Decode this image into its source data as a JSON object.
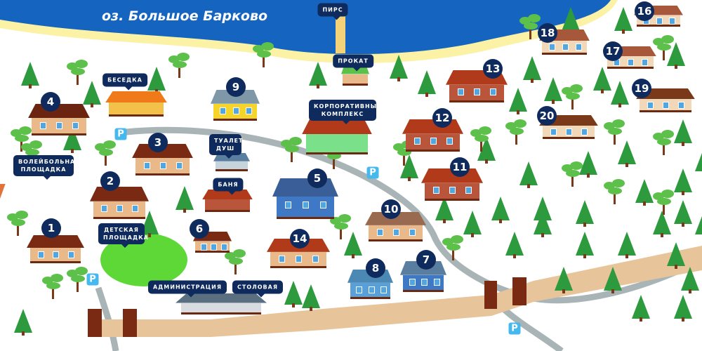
{
  "lake": {
    "name": "оз. Большое Барково"
  },
  "colors": {
    "water": "#1565c0",
    "sand": "#fbf2a6",
    "road": "#a8b4b6",
    "badge": "#0f2a5c",
    "parking": "#45b8ee",
    "fence": "#e8c49a",
    "tree": "#2e9a3e"
  },
  "houses": [
    {
      "number": "1"
    },
    {
      "number": "2"
    },
    {
      "number": "3"
    },
    {
      "number": "4"
    },
    {
      "number": "5"
    },
    {
      "number": "6"
    },
    {
      "number": "7"
    },
    {
      "number": "8"
    },
    {
      "number": "9"
    },
    {
      "number": "10"
    },
    {
      "number": "11"
    },
    {
      "number": "12"
    },
    {
      "number": "13"
    },
    {
      "number": "14"
    },
    {
      "number": "16"
    },
    {
      "number": "17"
    },
    {
      "number": "18"
    },
    {
      "number": "19"
    },
    {
      "number": "20"
    }
  ],
  "places": {
    "pier": "ПИРС",
    "rental": "ПРОКАТ",
    "gazebo": "БЕСЕДКА",
    "corporate": "КОРПОРАТИВНЫЙ КОМПЛЕКС",
    "toilet": "ТУАЛЕТ ДУШ",
    "volleyball": "ВОЛЕЙБОЛЬНАЯ ПЛОЩАДКА",
    "banya": "БАНЯ",
    "playground": "ДЕТСКАЯ ПЛОЩАДКА",
    "administration": "АДМИНИСТРАЦИЯ",
    "canteen": "СТОЛОВАЯ"
  },
  "parking": {
    "label": "P"
  }
}
